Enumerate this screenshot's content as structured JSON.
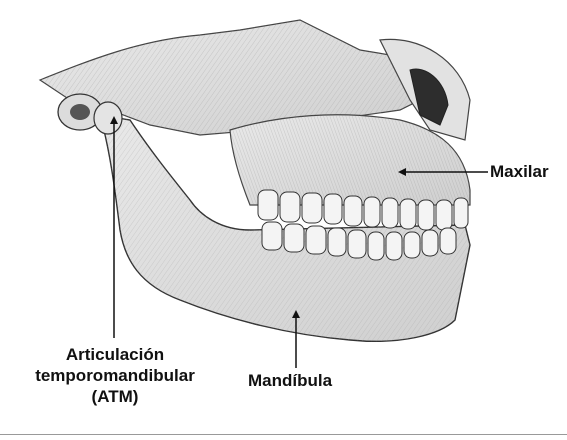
{
  "labels": {
    "maxilar": "Maxilar",
    "mandibula": "Mandíbula",
    "atm_line1": "Articulación",
    "atm_line2": "temporomandibular",
    "atm_line3": "(ATM)"
  }
}
